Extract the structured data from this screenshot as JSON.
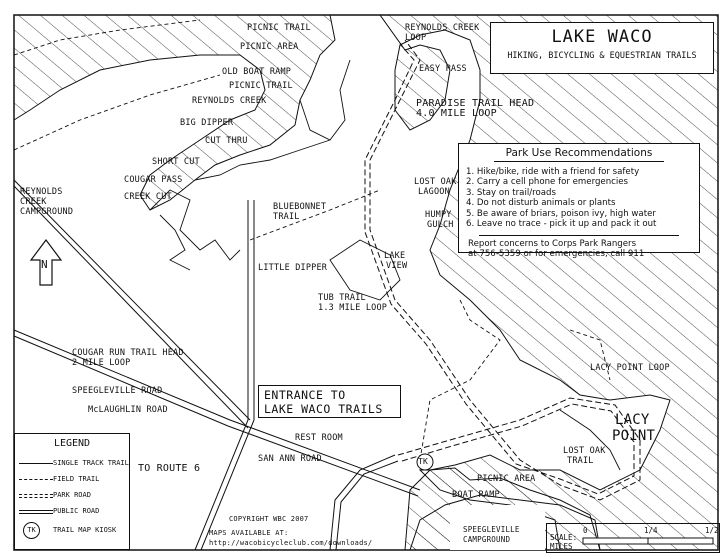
{
  "title": {
    "main": "LAKE WACO",
    "subtitle": "HIKING, BICYCLING & EQUESTRIAN TRAILS"
  },
  "recommendations": {
    "heading": "Park Use Recommendations",
    "items": [
      "1. Hike/bike, ride with a friend for safety",
      "2. Carry a cell phone for emergencies",
      "3. Stay on trail/roads",
      "4. Do not disturb animals or plants",
      "5. Be aware of briars, poison ivy, high water",
      "6. Leave no trace - pick it up and pack it out"
    ],
    "report_line1": "Report concerns to Corps Park Rangers",
    "report_line2": "at 756-5359 or for emergencies, call 911"
  },
  "entrance": {
    "line1": "ENTRANCE TO",
    "line2": "LAKE WACO TRAILS"
  },
  "legend": {
    "title": "LEGEND",
    "items": [
      "SINGLE TRACK TRAIL",
      "FIELD TRAIL",
      "PARK ROAD",
      "PUBLIC ROAD",
      "TRAIL MAP KIOSK"
    ],
    "kiosk_symbol": "TK"
  },
  "scale": {
    "label1": "SCALE:",
    "label2": "MILES",
    "ticks": [
      "0",
      "1/4",
      "1/2"
    ]
  },
  "north_arrow": "N",
  "kiosk_marker": "TK",
  "labels": [
    "PICNIC TRAIL",
    "PICNIC AREA",
    "OLD BOAT RAMP",
    "PICNIC TRAIL",
    "REYNOLDS CREEK",
    "BIG DIPPER",
    "CUT THRU",
    "SHORT CUT",
    "COUGAR PASS",
    "CREEK CUT",
    "REYNOLDS",
    "CREEK",
    "CAMPGROUND",
    "BLUEBONNET",
    "TRAIL",
    "LITTLE DIPPER",
    "REYNOLDS CREEK",
    "LOOP",
    "EASY PASS",
    "PARADISE TRAIL HEAD",
    "4.0 MILE LOOP",
    "LOST OAK",
    "LAGOON",
    "HUMPY",
    "GULCH",
    "LAKE",
    "VIEW",
    "TUB TRAIL",
    "1.3 MILE LOOP",
    "COUGAR RUN TRAIL HEAD",
    "2 MILE LOOP",
    "SPEEGLEVILLE ROAD",
    "McLAUGHLIN ROAD",
    "TO ROUTE 6",
    "REST ROOM",
    "SAN ANN ROAD",
    "PICNIC AREA",
    "BOAT RAMP",
    "LOST OAK",
    "TRAIL",
    "LACY POINT LOOP",
    "LACY",
    "POINT",
    "SPEEGLEVILLE",
    "CAMPGROUND",
    "COPYRIGHT WBC 2007",
    "MAPS AVAILABLE AT:",
    "http://wacobicycleclub.com/downloads/"
  ]
}
